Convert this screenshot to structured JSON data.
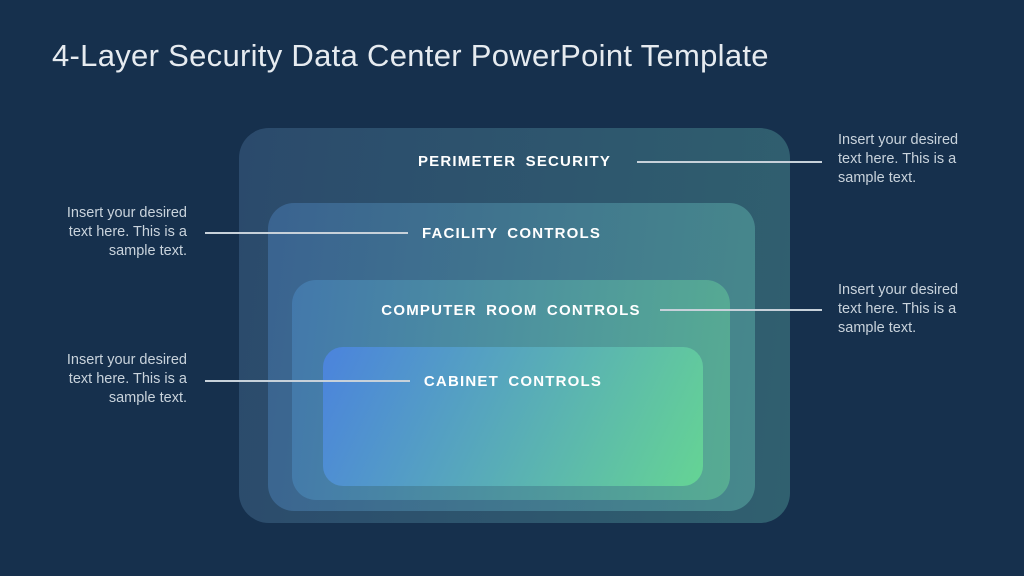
{
  "slide": {
    "title": "4-Layer Security Data Center PowerPoint Template"
  },
  "colors": {
    "background": "#16304D",
    "title": "#E6EBF0",
    "label": "#FFFFFF",
    "callout_text": "#C9D3DC",
    "connector": "#C7D1DA"
  },
  "layers": [
    {
      "label": "PERIMETER SECURITY",
      "gradient": {
        "angle": "97deg",
        "from": "#2B4A6C",
        "to": "#30606F"
      }
    },
    {
      "label": "FACILITY CONTROLS",
      "gradient": {
        "angle": "97deg",
        "from": "#3A6390",
        "to": "#47898C"
      }
    },
    {
      "label": "COMPUTER ROOM CONTROLS",
      "gradient": {
        "angle": "97deg",
        "from": "#4378AB",
        "to": "#57AC92"
      }
    },
    {
      "label": "CABINET CONTROLS",
      "gradient": {
        "angle": "115deg",
        "from": "#4B83DD",
        "to": "#65D494"
      }
    }
  ],
  "callouts": [
    {
      "side": "right",
      "connects_to": "PERIMETER SECURITY",
      "lines": [
        "Insert your desired",
        "text here. This is a",
        "sample text."
      ]
    },
    {
      "side": "left",
      "connects_to": "FACILITY CONTROLS",
      "lines": [
        "Insert your desired",
        "text here. This is a",
        "sample text."
      ]
    },
    {
      "side": "right",
      "connects_to": "COMPUTER ROOM CONTROLS",
      "lines": [
        "Insert your desired",
        "text here. This is a",
        "sample text."
      ]
    },
    {
      "side": "left",
      "connects_to": "CABINET CONTROLS",
      "lines": [
        "Insert your desired",
        "text here. This is a",
        "sample text."
      ]
    }
  ]
}
